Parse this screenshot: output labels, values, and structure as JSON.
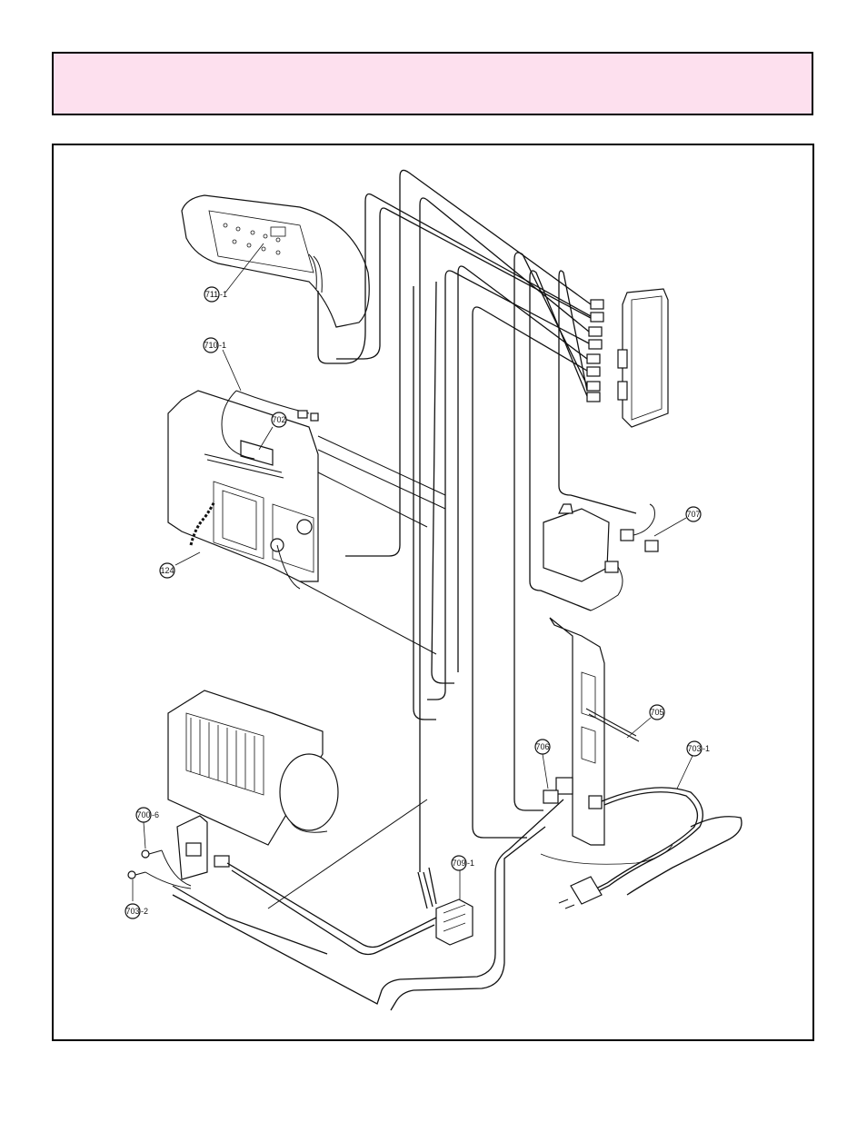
{
  "header": {
    "title": "",
    "background": "#FDE0EE",
    "border_color": "#000000"
  },
  "callouts": [
    {
      "id": "711-1",
      "number": "711",
      "suffix": "-1"
    },
    {
      "id": "710-1",
      "number": "710",
      "suffix": "-1"
    },
    {
      "id": "702",
      "number": "702",
      "suffix": ""
    },
    {
      "id": "124",
      "number": "124",
      "suffix": ""
    },
    {
      "id": "707",
      "number": "707",
      "suffix": ""
    },
    {
      "id": "705",
      "number": "705",
      "suffix": ""
    },
    {
      "id": "703-1",
      "number": "703",
      "suffix": "-1"
    },
    {
      "id": "706",
      "number": "706",
      "suffix": ""
    },
    {
      "id": "700-6",
      "number": "700",
      "suffix": "-6"
    },
    {
      "id": "703-2",
      "number": "703",
      "suffix": "-2"
    },
    {
      "id": "709-1",
      "number": "709",
      "suffix": "-1"
    }
  ]
}
